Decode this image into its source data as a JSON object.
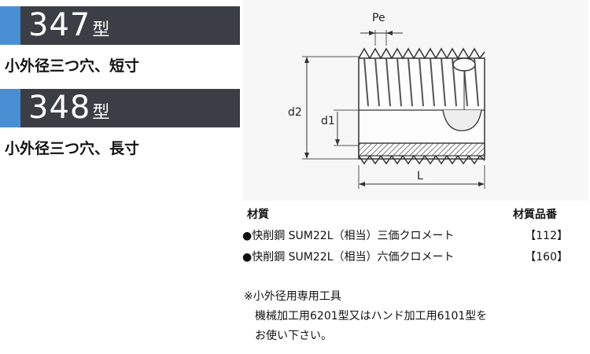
{
  "models": [
    {
      "number": "347",
      "suffix": "型",
      "description": "小外径三つ穴、短寸"
    },
    {
      "number": "348",
      "suffix": "型",
      "description": "小外径三つ穴、長寸"
    }
  ],
  "diagram": {
    "labels": {
      "pitch": "Pe",
      "outer": "d2",
      "inner": "d1",
      "length": "L"
    }
  },
  "material": {
    "header_left": "材質",
    "header_right": "材質品番",
    "rows": [
      {
        "text": "●快削鋼 SUM22L（相当）三価クロメート",
        "code": "【112】"
      },
      {
        "text": "●快削鋼 SUM22L（相当）六価クロメート",
        "code": "【160】"
      }
    ]
  },
  "note": {
    "title": "※小外径用専用工具",
    "line1": "機械加工用6201型又はハンド加工用6101型を",
    "line2": "お使い下さい。"
  },
  "colors": {
    "band": "#3b3f45",
    "accent": "#4a8fd4"
  }
}
